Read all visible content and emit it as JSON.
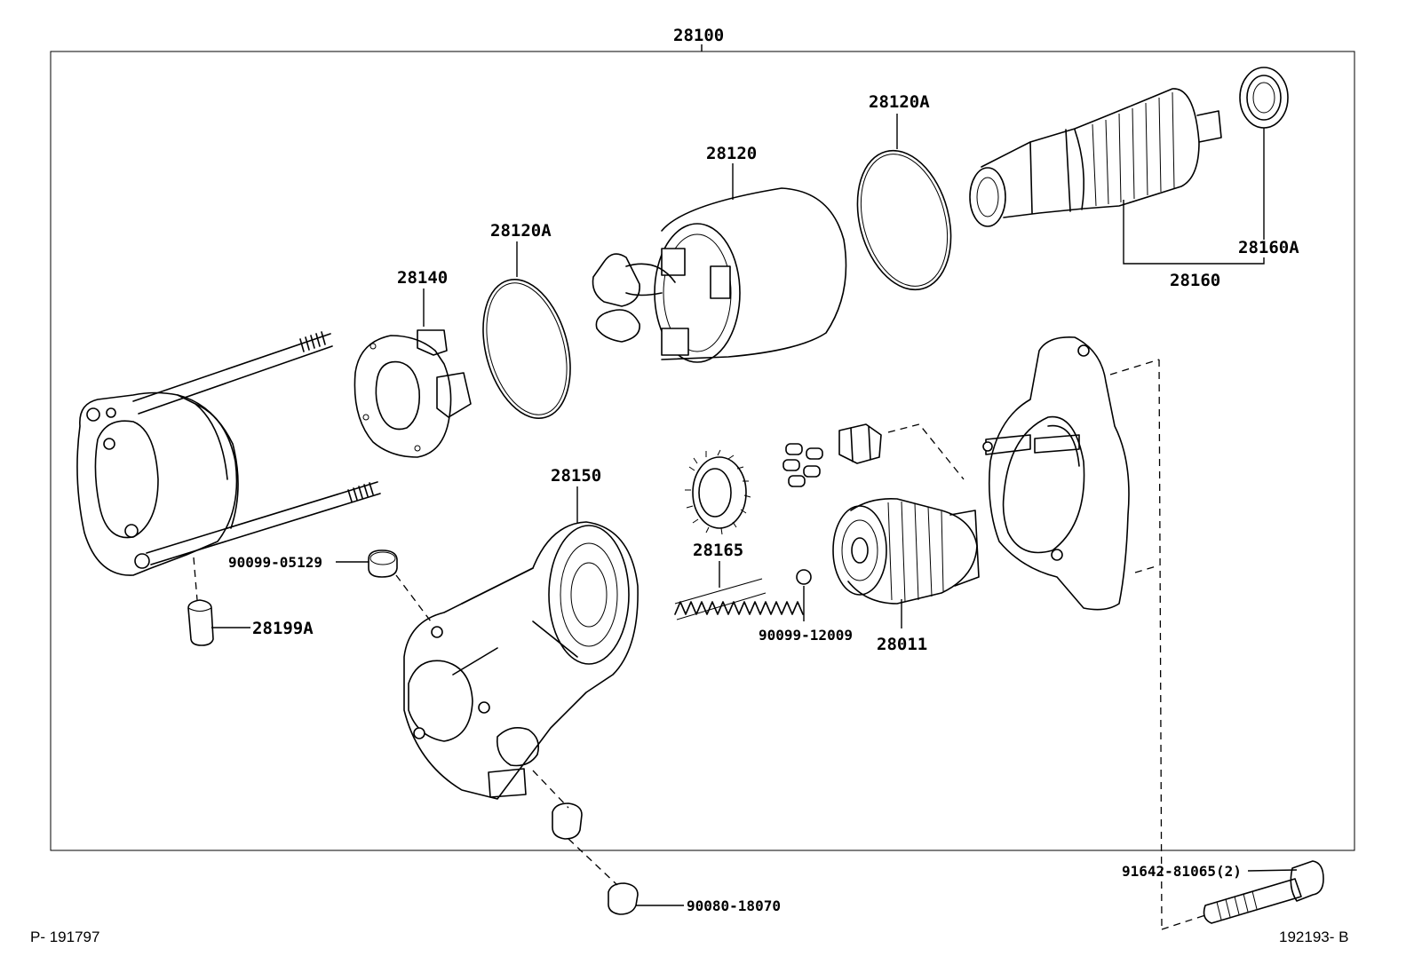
{
  "diagram": {
    "labels": {
      "assembly": "28100",
      "ring_upper": "28120A",
      "yoke": "28120",
      "armature_bearing": "28160A",
      "armature": "28160",
      "brush_holder": "28140",
      "ring_lower": "28120A",
      "magnetic_switch": "28150",
      "gear": "28165",
      "nut_upper": "90099-05129",
      "terminal": "28199A",
      "ball": "90099-12009",
      "clutch": "28011",
      "bolt": "91642-81065(2)",
      "nut_lower": "90080-18070"
    },
    "ref_left": "P- 191797",
    "ref_right": "192193- B"
  }
}
